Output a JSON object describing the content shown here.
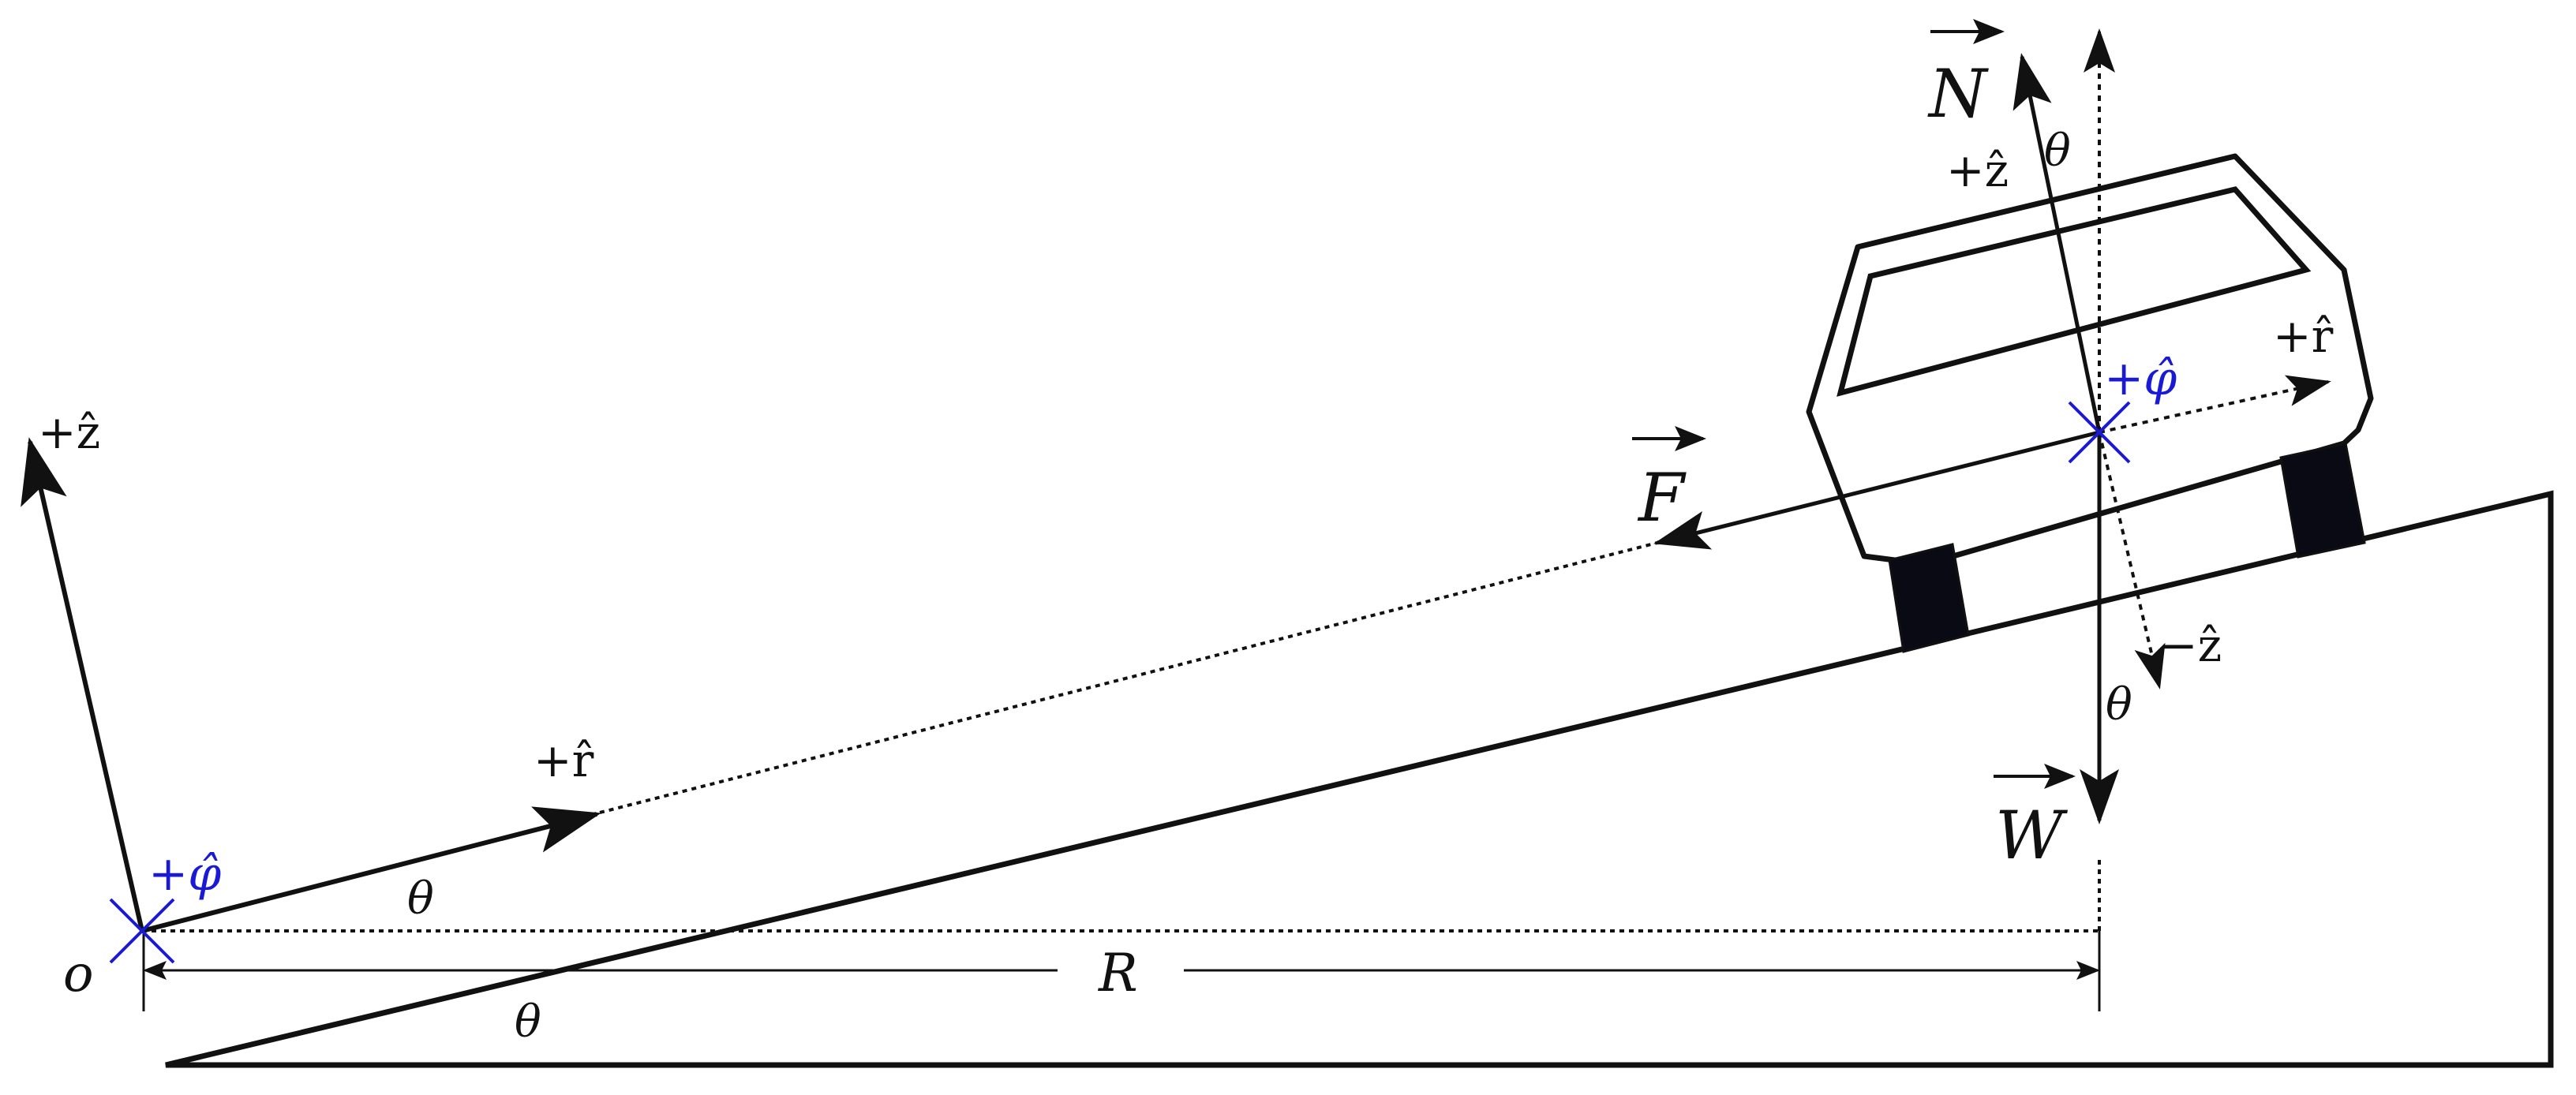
{
  "colors": {
    "ink": "#111111",
    "accent_blue": "#1a1ad6",
    "tire": "#0a0a14",
    "background": "#ffffff"
  },
  "labels": {
    "origin": "o",
    "radius": "R",
    "theta": "θ",
    "plus_z": "+ẑ",
    "plus_r": "+r̂",
    "minus_z": "−ẑ",
    "plus_phi": "+φ̂",
    "force_N": "N",
    "force_F": "F",
    "force_W": "W"
  }
}
